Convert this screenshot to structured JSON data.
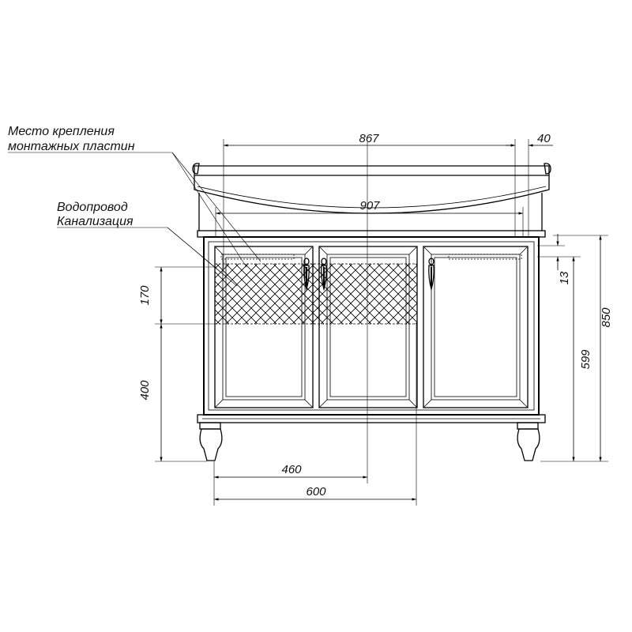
{
  "notes": {
    "mount_line1": "Место крепления",
    "mount_line2": "монтажных пластин",
    "pipes_line1": "Водопровод",
    "pipes_line2": "Канализация"
  },
  "dimensions": {
    "d867": "867",
    "d40": "40",
    "d907": "907",
    "d13": "13",
    "d850": "850",
    "d599": "599",
    "d170": "170",
    "d400": "400",
    "d460": "460",
    "d600": "600"
  }
}
